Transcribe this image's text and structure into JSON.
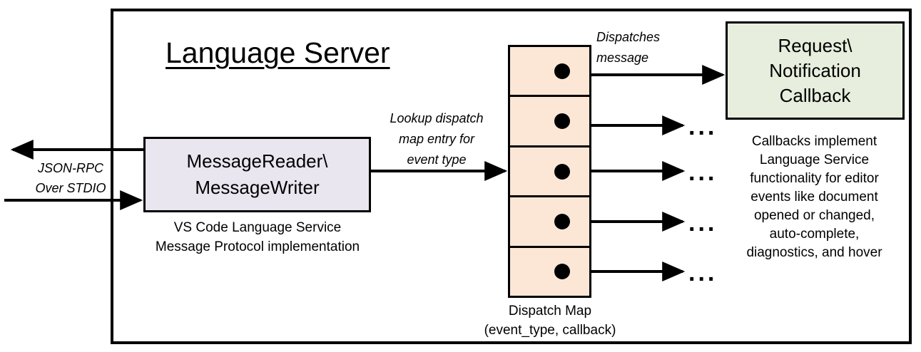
{
  "diagram": {
    "title": "Language Server",
    "frame_border_color": "#000000"
  },
  "message_io": {
    "box_label": "MessageReader\\\nMessageWriter",
    "box_fill": "#E9E6F0",
    "caption": "VS Code Language Service\nMessage Protocol implementation",
    "transport_label": "JSON-RPC\nOver STDIO"
  },
  "lookup": {
    "label": "Lookup dispatch\nmap entry for\nevent type"
  },
  "dispatch": {
    "label": "Dispatches\nmessage",
    "map_fill": "#FCE7D6",
    "map_caption": "Dispatch Map\n(event_type, callback)",
    "rows": [
      {
        "index": 1,
        "tail": ""
      },
      {
        "index": 2,
        "tail": "..."
      },
      {
        "index": 3,
        "tail": "..."
      },
      {
        "index": 4,
        "tail": "..."
      },
      {
        "index": 5,
        "tail": "..."
      }
    ]
  },
  "callback": {
    "box_label": "Request\\\nNotification\nCallback",
    "box_fill": "#E7EEDD",
    "caption": "Callbacks implement\nLanguage Service\nfunctionality for editor\nevents like document\nopened or changed,\nauto-complete,\ndiagnostics, and hover"
  }
}
